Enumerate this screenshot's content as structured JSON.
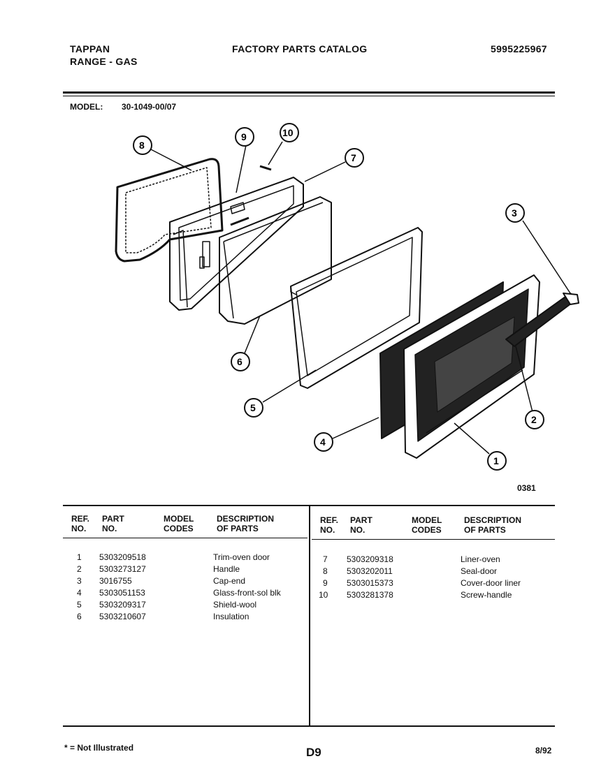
{
  "header": {
    "brand": "TAPPAN",
    "product": "RANGE - GAS",
    "catalog_title": "FACTORY PARTS CATALOG",
    "catalog_number": "5995225967"
  },
  "model": {
    "label": "MODEL:",
    "value": "30-1049-00/07"
  },
  "diagram": {
    "code": "0381",
    "callouts": [
      "1",
      "2",
      "3",
      "4",
      "5",
      "6",
      "7",
      "8",
      "9",
      "10"
    ]
  },
  "table": {
    "headers": {
      "ref": "REF.\nNO.",
      "part": "PART\nNO.",
      "model_codes": "MODEL\nCODES",
      "description": "DESCRIPTION\nOF PARTS"
    },
    "left": [
      {
        "ref": "1",
        "part": "5303209518",
        "codes": "",
        "desc": "Trim-oven  door"
      },
      {
        "ref": "2",
        "part": "5303273127",
        "codes": "",
        "desc": "Handle"
      },
      {
        "ref": "3",
        "part": "3016755",
        "codes": "",
        "desc": "Cap-end"
      },
      {
        "ref": "4",
        "part": "5303051153",
        "codes": "",
        "desc": "Glass-front-sol  blk"
      },
      {
        "ref": "5",
        "part": "5303209317",
        "codes": "",
        "desc": "Shield-wool"
      },
      {
        "ref": "6",
        "part": "5303210607",
        "codes": "",
        "desc": "Insulation"
      }
    ],
    "right": [
      {
        "ref": "7",
        "part": "5303209318",
        "codes": "",
        "desc": "Liner-oven"
      },
      {
        "ref": "8",
        "part": "5303202011",
        "codes": "",
        "desc": "Seal-door"
      },
      {
        "ref": "9",
        "part": "5303015373",
        "codes": "",
        "desc": "Cover-door  liner"
      },
      {
        "ref": "10",
        "part": "5303281378",
        "codes": "",
        "desc": "Screw-handle"
      }
    ]
  },
  "footer": {
    "note": "* = Not Illustrated",
    "page": "D9",
    "date": "8/92"
  }
}
